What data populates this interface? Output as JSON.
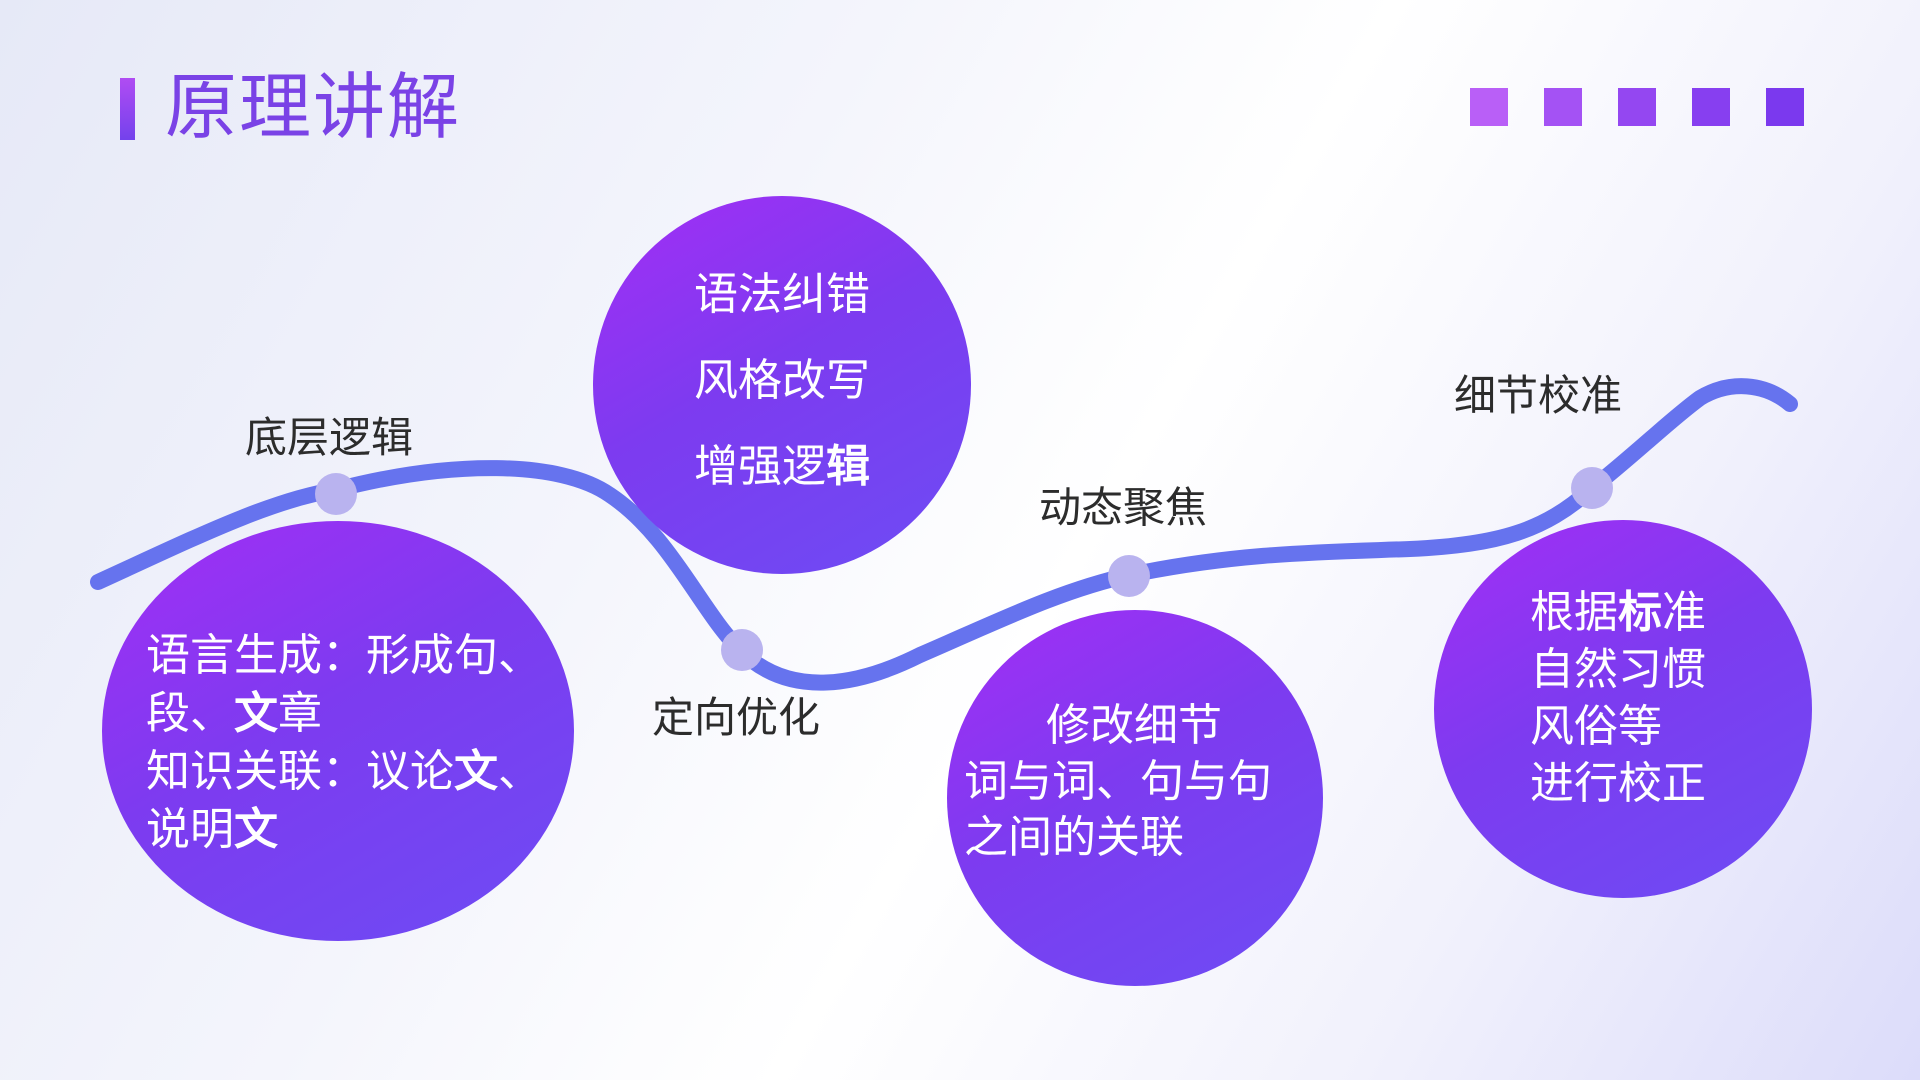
{
  "title": "原理讲解",
  "colors": {
    "accent": "#7a42e6",
    "wave": "#6673ee",
    "dot": "#b9b3ef",
    "squares": [
      "#b95ff7",
      "#a452f4",
      "#9447f1",
      "#873ff0",
      "#7b39ee"
    ]
  },
  "labels": {
    "bottom_logic": "底层逻辑",
    "directed_optimization": "定向优化",
    "dynamic_focus": "动态聚焦",
    "detail_calibration": "细节校准"
  },
  "circles": {
    "logic": {
      "line1": "语言生成：形成句、",
      "line2_pre": "段、",
      "line2_bold": "文",
      "line2_post": "章",
      "line3_pre": "知识关联：议论",
      "line3_bold": "文",
      "line3_post": "、",
      "line4_pre": "说明",
      "line4_bold": "文"
    },
    "optimization": {
      "line1": "语法纠错",
      "line2": "风格改写",
      "line3_pre": "增强逻",
      "line3_bold": "辑"
    },
    "focus": {
      "line1": "修改细节",
      "line2": "词与词、句与句",
      "line3": "之间的关联"
    },
    "calibration": {
      "line1_pre": "根据",
      "line1_bold": "标",
      "line1_post": "准",
      "line2": "自然习惯",
      "line3": "风俗等",
      "line4": "进行校正"
    }
  }
}
